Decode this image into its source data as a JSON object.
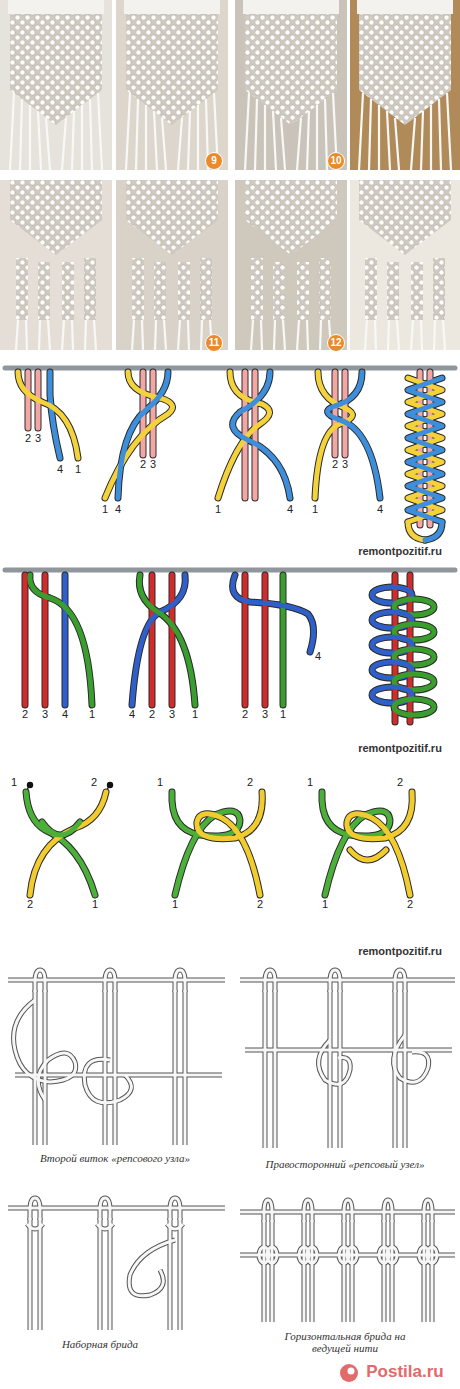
{
  "diagram": {
    "nodes": [
      {
        "text": [
          "9"
        ]
      },
      {
        "text": [
          "10"
        ]
      },
      {
        "text": [
          "11"
        ]
      },
      {
        "text": [
          "12"
        ]
      }
    ],
    "labels": [
      "2",
      "3",
      "4",
      "1",
      "2",
      "3",
      "1",
      "4",
      "1",
      "4",
      "2",
      "3",
      "1",
      "4",
      "remontpozitif.ru",
      "2",
      "3",
      "4",
      "1",
      "4",
      "2",
      "3",
      "1",
      "4",
      "2",
      "3",
      "1",
      "remontpozitif.ru",
      "1",
      "2",
      "2",
      "1",
      "1",
      "2",
      "1",
      "2",
      "1",
      "2",
      "1",
      "2",
      "remontpozitif.ru",
      "Второй виток «репсового узла»",
      "Правосторонний «репсовый узел»",
      "Наборная брида",
      "Горизонтальная брида на ведущей нити",
      "Postila.ru"
    ]
  }
}
